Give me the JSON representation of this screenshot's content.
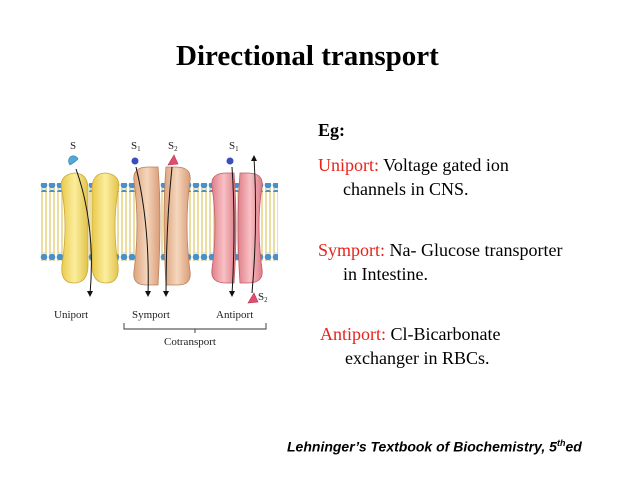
{
  "slide": {
    "title": "Directional transport",
    "eg_label": "Eg:",
    "examples": [
      {
        "lead": "Uniport:",
        "rest1": " Voltage gated ion",
        "rest2": "channels in CNS."
      },
      {
        "lead": "Symport:",
        "rest1": " Na- Glucose transporter",
        "rest2": "in Intestine."
      },
      {
        "lead": "Antiport:",
        "rest1": " Cl-Bicarbonate",
        "rest2": "exchanger in RBCs."
      }
    ],
    "citation_main": "Lehninger’s Textbook of Biochemistry, 5",
    "citation_sup": "th",
    "citation_end": "ed"
  },
  "diagram": {
    "substrate_labels": {
      "s": "S",
      "s1": "S",
      "s2": "S",
      "sub1": "1",
      "sub2": "2"
    },
    "transporter_labels": [
      "Uniport",
      "Symport",
      "Antiport"
    ],
    "group_label": "Cotransport",
    "colors": {
      "uniport": "#f2dc6b",
      "symport": "#edc1a0",
      "antiport": "#f0a4ac",
      "lipid_head": "#4a90c8",
      "lipid_tail": "#e8d27a",
      "s_blue": "#3a4ec0",
      "s_red": "#e0506e",
      "s_cyan": "#52a8d8",
      "accent_red": "#e8231c"
    }
  }
}
